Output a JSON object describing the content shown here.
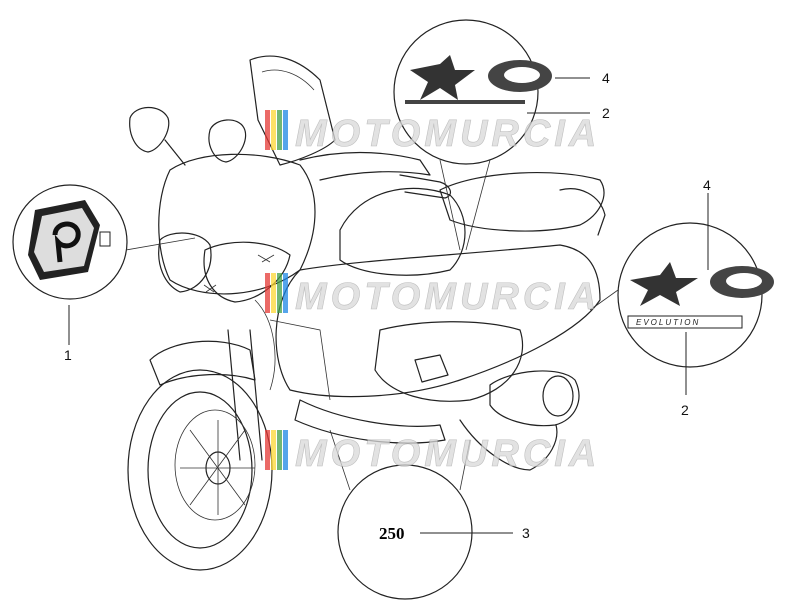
{
  "diagram": {
    "callouts": [
      {
        "id": "1",
        "label": "1"
      },
      {
        "id": "2a",
        "label": "2"
      },
      {
        "id": "2b",
        "label": "2"
      },
      {
        "id": "3",
        "label": "3"
      },
      {
        "id": "4a",
        "label": "4"
      },
      {
        "id": "4b",
        "label": "4"
      }
    ],
    "decal_number": "250",
    "evolution_text": "EVOLUTION"
  },
  "watermark": {
    "text": "MOTOMURCIA",
    "colors": [
      "#e53935",
      "#fdd835",
      "#43a047",
      "#1e88e5"
    ]
  }
}
